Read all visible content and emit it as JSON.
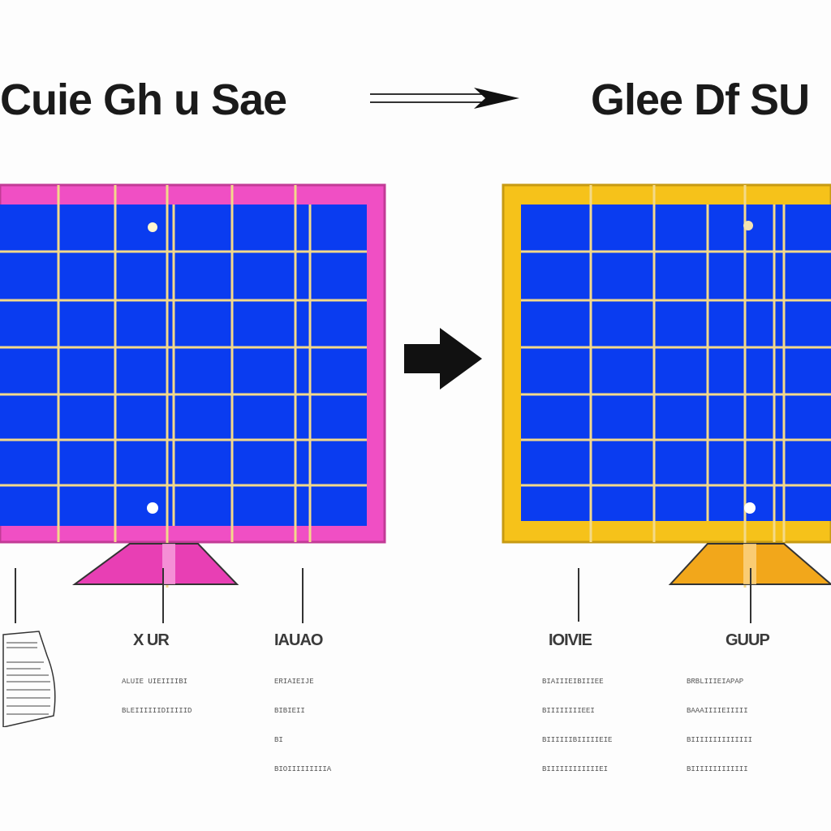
{
  "titles": {
    "left": "Cuie Gh u Sae",
    "right": "Glee Df SU"
  },
  "colors": {
    "grid_blue": "#0a3cf0",
    "grid_line": "#f3d98a",
    "left_frame": "#f04fc4",
    "right_frame": "#f6c21a",
    "left_stand": "#e83fb4",
    "right_stand": "#f2a71b",
    "arrow": "#111111"
  },
  "labels": [
    {
      "title": "",
      "lines": []
    },
    {
      "title": "X UR",
      "lines": [
        "ALUIE UIEIIIIBI",
        "BLEIIIIIIDIIIIID"
      ]
    },
    {
      "title": "IAUAO",
      "lines": [
        "ERIAIEIJE",
        "BIBIEII",
        "BI",
        "BIOIIIIIIIIIA"
      ]
    },
    {
      "title": "IOIVIE",
      "lines": [
        "BIAIIIEIBIIIEE",
        "BIIIIIIIIEEI",
        "BIIIIIIBIIIIIEIE",
        "BIIIIIIIIIIIIEI"
      ]
    },
    {
      "title": "GUUP",
      "lines": [
        "BRBLIIIEIAPAP",
        "BAAAIIIIEIIIII",
        "BIIIIIIIIIIIIII",
        "BIIIIIIIIIIIII"
      ]
    }
  ]
}
